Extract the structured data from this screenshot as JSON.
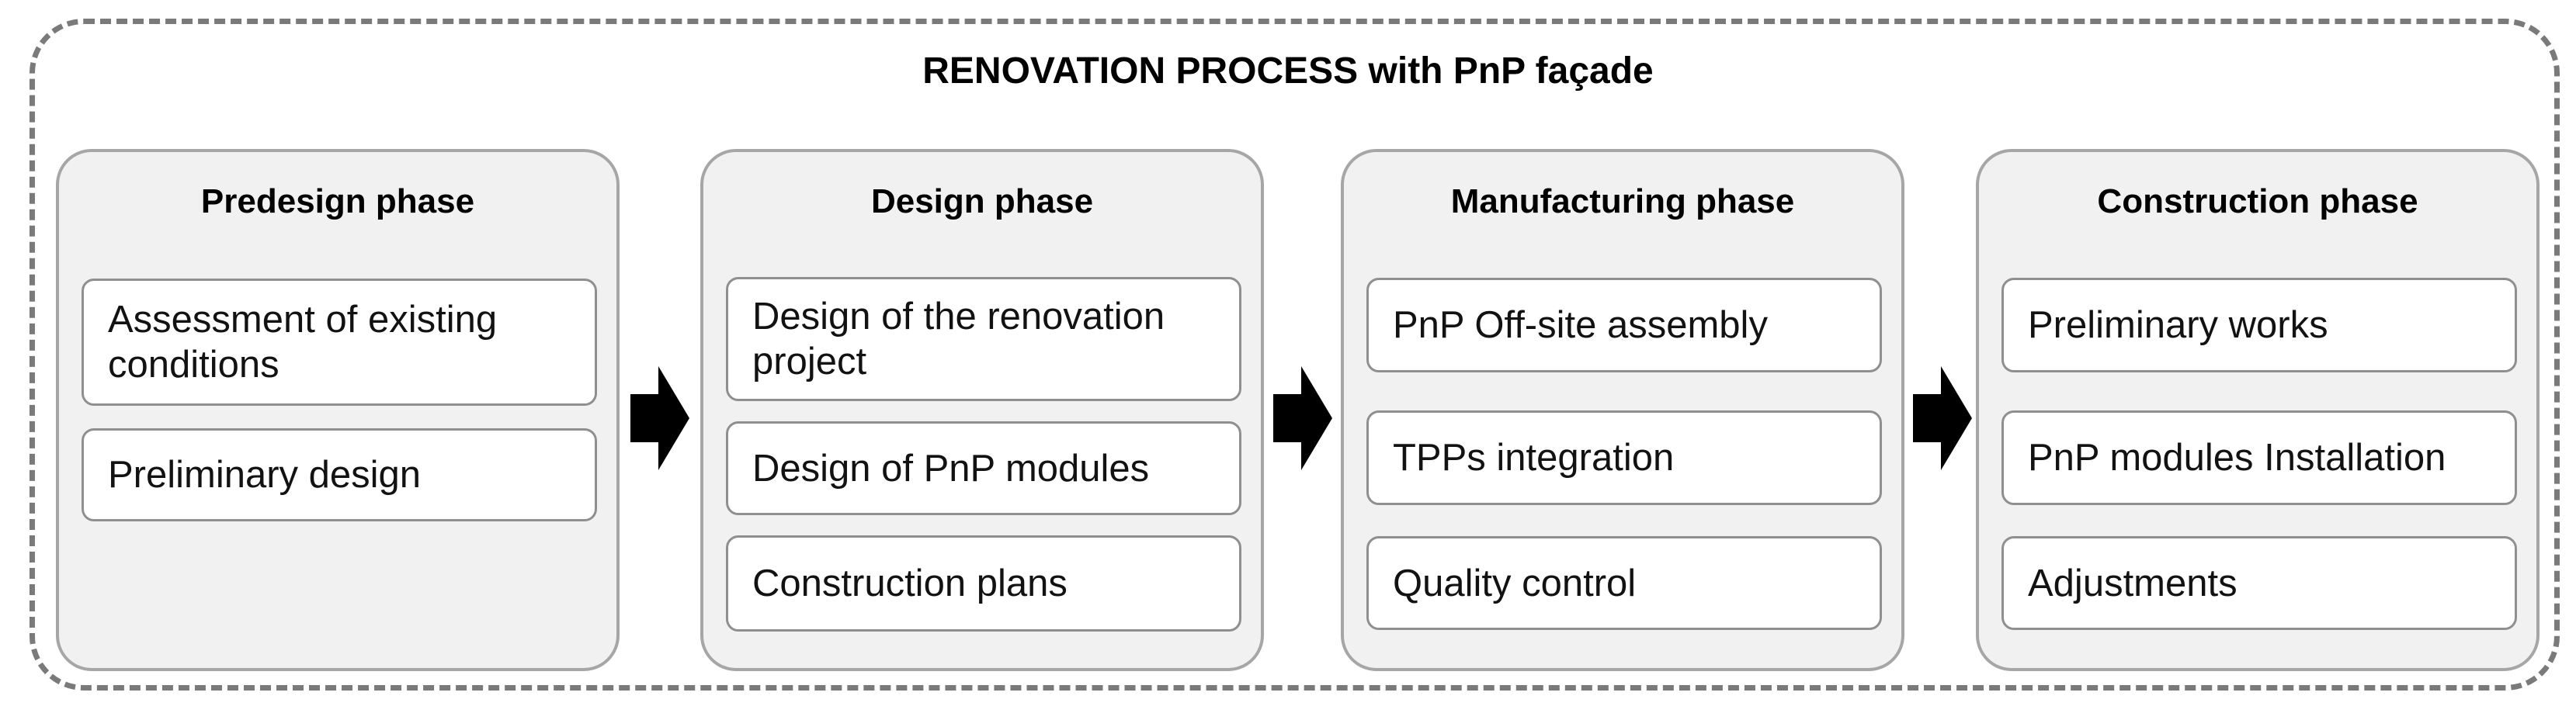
{
  "title": "RENOVATION PROCESS with PnP façade",
  "phases": [
    {
      "title": "Predesign phase",
      "items": [
        "Assessment of existing conditions",
        "Preliminary design"
      ]
    },
    {
      "title": "Design phase",
      "items": [
        "Design of the renovation project",
        "Design of PnP modules",
        "Construction plans"
      ]
    },
    {
      "title": "Manufacturing phase",
      "items": [
        "PnP Off-site assembly",
        "TPPs integration",
        "Quality control"
      ]
    },
    {
      "title": "Construction phase",
      "items": [
        "Preliminary works",
        "PnP modules Installation",
        "Adjustments"
      ]
    }
  ],
  "colors": {
    "canvas-bg": "#ffffff",
    "dot-border": "#7a7a7a",
    "phase-fill": "#f1f1f1",
    "phase-border": "#a6a6a6",
    "item-fill": "#ffffff",
    "item-border": "#8f8f8f",
    "arrow-color": "#000000",
    "title-color": "#000000",
    "text-color": "#121212"
  }
}
